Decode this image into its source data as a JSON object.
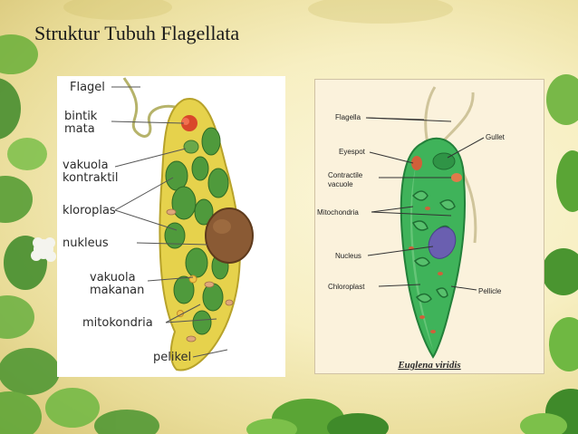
{
  "slide": {
    "title": "Struktur Tubuh Flagellata"
  },
  "left_diagram": {
    "labels": {
      "flagel": "Flagel",
      "bintik_1": "bintik",
      "bintik_2": "mata",
      "vakuola_k_1": "vakuola",
      "vakuola_k_2": "kontraktil",
      "kloroplas": "kloroplas",
      "nukleus": "nukleus",
      "vakuola_m_1": "vakuola",
      "vakuola_m_2": "makanan",
      "mitokondria": "mitokondria",
      "pelikel": "pelikel"
    },
    "colors": {
      "body": "#e6d24c",
      "chloroplast": "#4f9a3c",
      "nucleus": "#8a5a34",
      "eyespot": "#d9472b"
    }
  },
  "right_diagram": {
    "labels": {
      "flagella": "Flagella",
      "eyespot": "Eyespot",
      "contractile_1": "Contractile",
      "contractile_2": "vacuole",
      "mitochondria": "Mitochondria",
      "nucleus": "Nucleus",
      "chloroplast": "Chloroplast",
      "gullet": "Gullet",
      "pellicle": "Pellicle"
    },
    "caption": "Euglena viridis",
    "colors": {
      "body": "#3fb35a",
      "nucleus": "#6a5fb0",
      "eyespot": "#d0603a"
    }
  }
}
